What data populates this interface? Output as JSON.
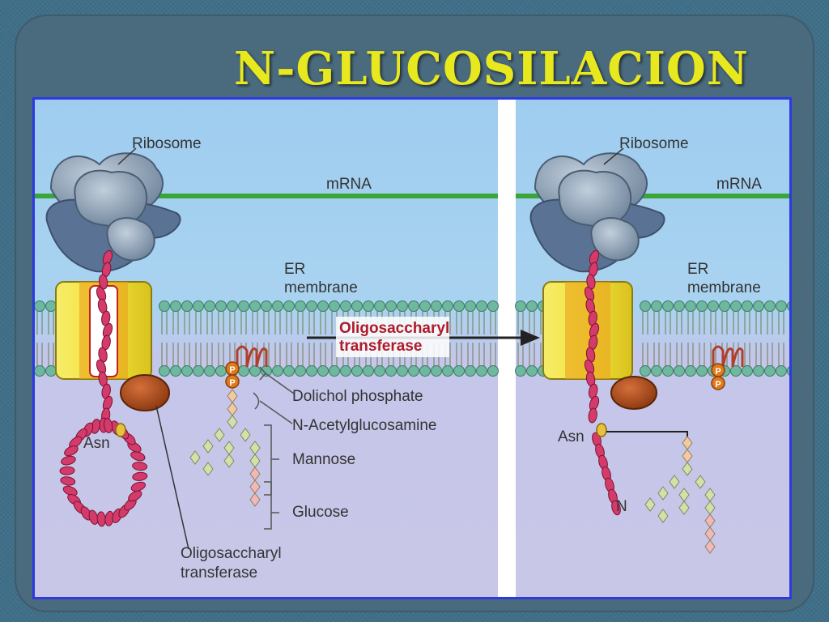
{
  "slide": {
    "title": "N-GLUCOSILACION"
  },
  "diagram": {
    "left_panel": {
      "ribosome": "Ribosome",
      "mrna": "mRNA",
      "er_membrane_line1": "ER",
      "er_membrane_line2": "membrane",
      "dolichol": "Dolichol phosphate",
      "nacetyl": "N-Acetylglucosamine",
      "mannose": "Mannose",
      "glucose": "Glucose",
      "asn": "Asn",
      "ost_line1": "Oligosaccharyl",
      "ost_line2": "transferase",
      "phosphate_p": "P"
    },
    "arrow_label_line1": "Oligosaccharyl",
    "arrow_label_line2": "transferase",
    "right_panel": {
      "ribosome": "Ribosome",
      "mrna": "mRNA",
      "er_membrane_line1": "ER",
      "er_membrane_line2": "membrane",
      "asn": "Asn",
      "n_terminus": "N",
      "phosphate_p": "P"
    },
    "colors": {
      "cytosol": "#9fcdf0",
      "lumen": "#c9c7e8",
      "mrna": "#3aa63a",
      "membrane_head": "#6fb8a0",
      "ribosome": "#8fa3b8",
      "translocon": "#f2e23a",
      "polypeptide": "#d43a6a",
      "enzyme": "#b8501e",
      "nacetyl_sugar": "#f5c9a0",
      "mannose_sugar": "#cfe3a8",
      "glucose_sugar": "#f2b8b8",
      "phosphate": "#e07a1a",
      "title": "#e8e81e",
      "frame_border": "#2d3ae0"
    }
  }
}
